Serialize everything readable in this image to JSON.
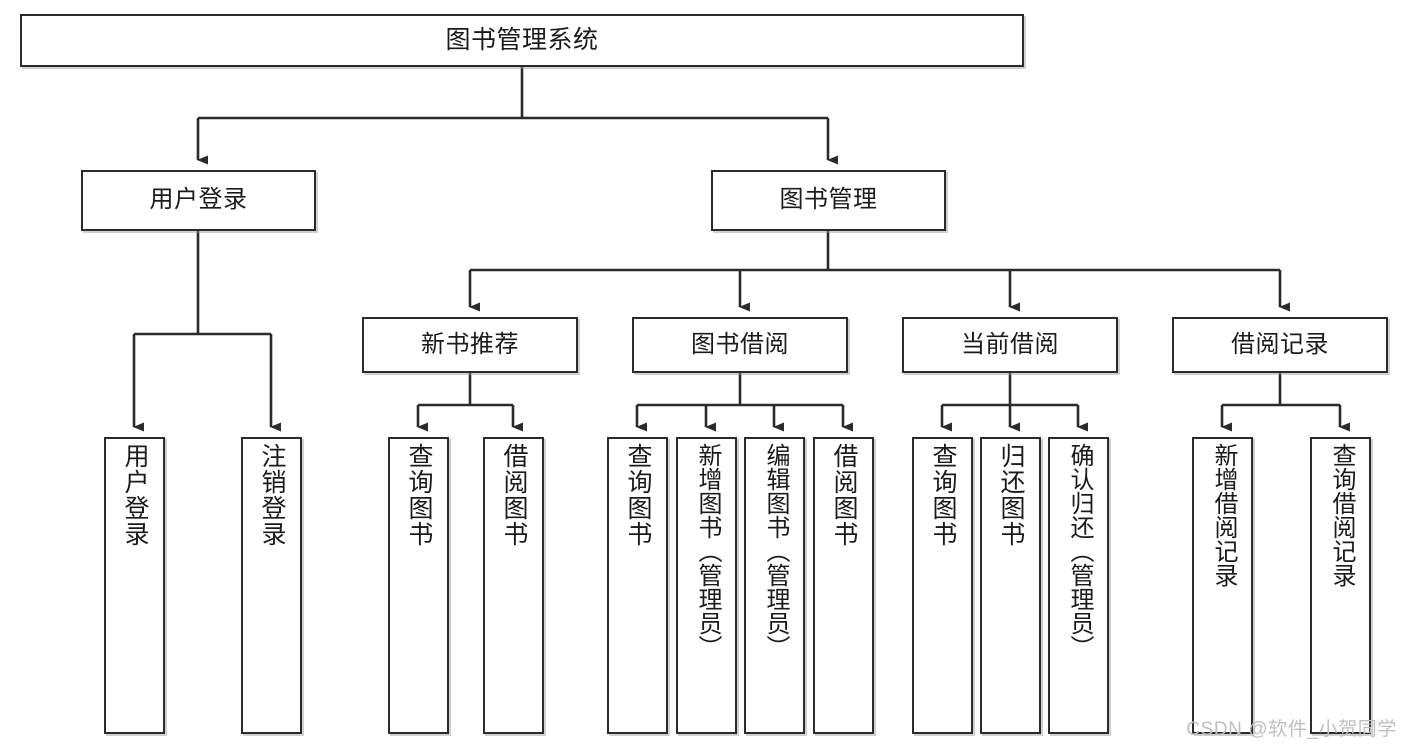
{
  "diagram": {
    "type": "tree",
    "title": "图书管理系统",
    "colors": {
      "stroke": "#2b2b2b",
      "fill": "#ffffff",
      "text": "#1b1b1b",
      "watermark": "#bfbfbf"
    },
    "root": {
      "label": "图书管理系统"
    },
    "level2": [
      {
        "id": "user-login",
        "label": "用户登录"
      },
      {
        "id": "book-management",
        "label": "图书管理"
      }
    ],
    "level3": [
      {
        "id": "new-book-recommend",
        "label": "新书推荐",
        "parent": "book-management"
      },
      {
        "id": "book-borrow",
        "label": "图书借阅",
        "parent": "book-management"
      },
      {
        "id": "current-borrow",
        "label": "当前借阅",
        "parent": "book-management"
      },
      {
        "id": "borrow-record",
        "label": "借阅记录",
        "parent": "book-management"
      }
    ],
    "leaves": [
      {
        "id": "leaf-user-login",
        "label": "用户登录",
        "parent": "user-login"
      },
      {
        "id": "leaf-logout-login",
        "label": "注销登录",
        "parent": "user-login"
      },
      {
        "id": "leaf-query-book-1",
        "label": "查询图书",
        "parent": "new-book-recommend"
      },
      {
        "id": "leaf-borrow-book-1",
        "label": "借阅图书",
        "parent": "new-book-recommend"
      },
      {
        "id": "leaf-query-book-2",
        "label": "查询图书",
        "parent": "book-borrow"
      },
      {
        "id": "leaf-add-book",
        "label": "新增图书（管理员）",
        "parent": "book-borrow"
      },
      {
        "id": "leaf-edit-book",
        "label": "编辑图书（管理员）",
        "parent": "book-borrow"
      },
      {
        "id": "leaf-borrow-book-2",
        "label": "借阅图书",
        "parent": "book-borrow"
      },
      {
        "id": "leaf-query-book-3",
        "label": "查询图书",
        "parent": "current-borrow"
      },
      {
        "id": "leaf-return-book",
        "label": "归还图书",
        "parent": "current-borrow"
      },
      {
        "id": "leaf-confirm-return",
        "label": "确认归还（管理员）",
        "parent": "current-borrow"
      },
      {
        "id": "leaf-add-record",
        "label": "新增借阅记录",
        "parent": "borrow-record"
      },
      {
        "id": "leaf-query-record",
        "label": "查询借阅记录",
        "parent": "borrow-record"
      }
    ]
  },
  "watermark": {
    "text": "CSDN @软件_小贺同学"
  }
}
